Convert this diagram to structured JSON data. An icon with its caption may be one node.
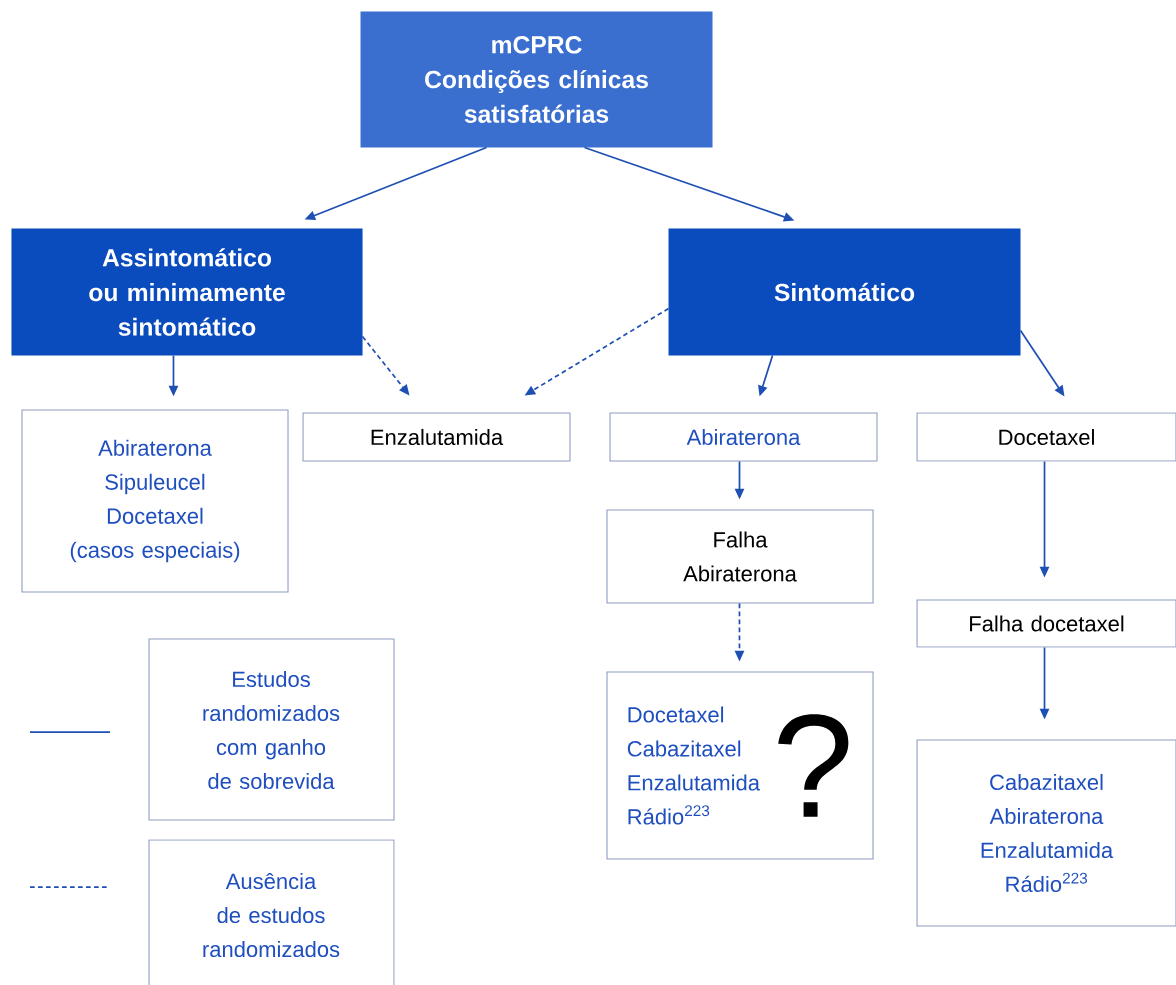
{
  "diagram": {
    "nodes": [
      {
        "text": [
          "mCPRC",
          "Condições clínicas satisfatórias"
        ]
      },
      {
        "text": [
          "Assintomático ou minimamente sintomático"
        ]
      },
      {
        "text": [
          "Sintomático"
        ]
      },
      {
        "text": [
          "Abiraterona",
          "Sipuleucel",
          "Docetaxel",
          "(casos especiais)"
        ]
      },
      {
        "text": [
          "Enzalutamida"
        ]
      },
      {
        "text": [
          "Abiraterona"
        ]
      },
      {
        "text": [
          "Docetaxel"
        ]
      },
      {
        "text": [
          "Falha Abiraterona"
        ]
      },
      {
        "text": [
          "Docetaxel",
          "Cabazitaxel",
          "Enzalutamida",
          "Rádio$^{223}$",
          "?"
        ]
      },
      {
        "text": [
          "Falha docetaxel"
        ]
      },
      {
        "text": [
          "Cabazitaxel",
          "Abiraterona",
          "Enzalutamida",
          "Rádio$^{223}$"
        ]
      }
    ],
    "edges": [
      {
        "from": 0,
        "to": 1,
        "arrow": "to"
      },
      {
        "from": 0,
        "to": 2,
        "arrow": "to"
      },
      {
        "from": 1,
        "to": 3,
        "arrow": "to"
      },
      {
        "from": 1,
        "to": 4,
        "arrow": "to",
        "style": "dashed"
      },
      {
        "from": 2,
        "to": 4,
        "arrow": "to",
        "style": "dashed"
      },
      {
        "from": 2,
        "to": 5,
        "arrow": "to"
      },
      {
        "from": 2,
        "to": 6,
        "arrow": "to"
      },
      {
        "from": 5,
        "to": 7,
        "arrow": "to"
      },
      {
        "from": 7,
        "to": 8,
        "arrow": "to",
        "style": "dashed"
      },
      {
        "from": 6,
        "to": 9,
        "arrow": "to"
      },
      {
        "from": 9,
        "to": 10,
        "arrow": "to"
      }
    ],
    "legend": [
      {
        "text": "Estudos randomizados com ganho de sobrevida"
      },
      {
        "text": "Ausência de estudos randomizados"
      }
    ]
  }
}
